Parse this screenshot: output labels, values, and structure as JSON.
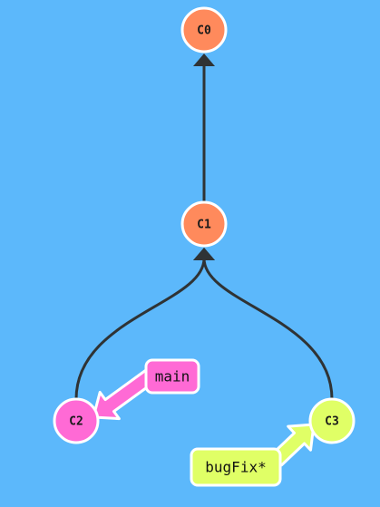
{
  "colors": {
    "background": "#5cb8fb",
    "edge": "#2f3335",
    "node_border": "#ffffff",
    "main_branch": "#ff6ad5",
    "bugfix_branch": "#e0ff66",
    "base_commit": "#ff8a5c"
  },
  "commits": [
    {
      "id": "C0",
      "label": "C0",
      "color_key": "base_commit"
    },
    {
      "id": "C1",
      "label": "C1",
      "color_key": "base_commit"
    },
    {
      "id": "C2",
      "label": "C2",
      "color_key": "main_branch"
    },
    {
      "id": "C3",
      "label": "C3",
      "color_key": "bugfix_branch"
    }
  ],
  "edges": [
    {
      "from": "C1",
      "to": "C0"
    },
    {
      "from": "C2",
      "to": "C1"
    },
    {
      "from": "C3",
      "to": "C1"
    }
  ],
  "branches": [
    {
      "name": "main",
      "label": "main",
      "target": "C2",
      "color_key": "main_branch"
    },
    {
      "name": "bugFix",
      "label": "bugFix*",
      "target": "C3",
      "color_key": "bugfix_branch"
    }
  ]
}
